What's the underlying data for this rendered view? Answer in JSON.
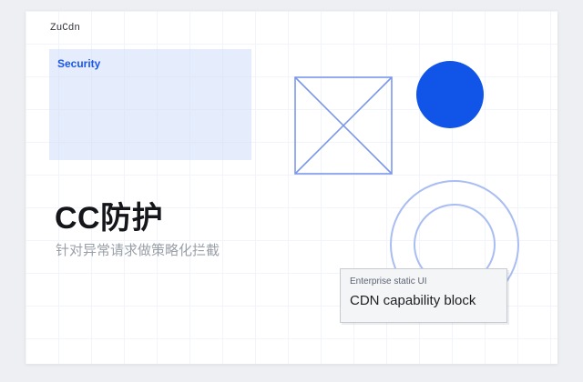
{
  "brand": {
    "logo": "ZuCdn"
  },
  "security_panel": {
    "label": "Security"
  },
  "feature": {
    "title": "CC防护",
    "subtitle": "针对异常请求做策略化拦截"
  },
  "capability_block": {
    "eyebrow": "Enterprise static UI",
    "label": "CDN capability block"
  },
  "shapes": {
    "boxed_x": "square-with-diagonal-cross",
    "filled_circle": "solid-blue-circle",
    "rings": "concentric-circle-outlines"
  },
  "colors": {
    "accent_blue": "#1155e8",
    "outline_blue": "#7b97ec",
    "ring_blue": "#a9bdf3",
    "panel_bg": "#d0defa",
    "page_bg": "#edeff2",
    "card_bg": "#ffffff",
    "title_text": "#14161a",
    "subtitle_text": "#9aa0a8"
  }
}
